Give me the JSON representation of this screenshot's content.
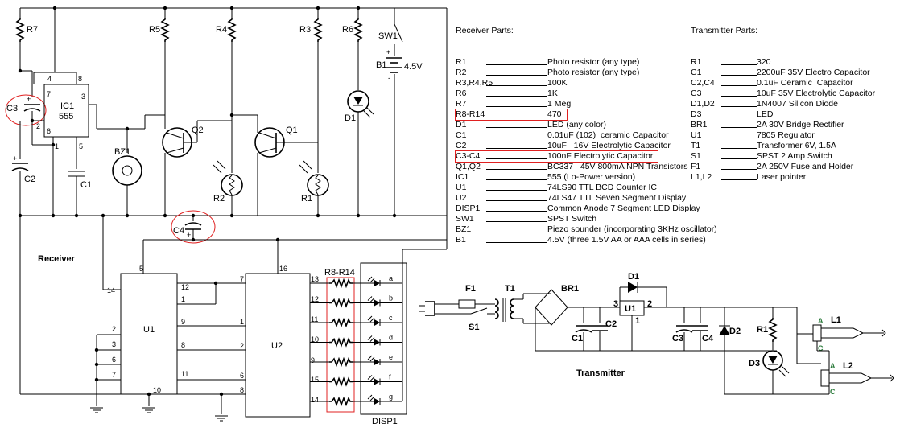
{
  "receiver_parts": {
    "title": "Receiver Parts:",
    "items": [
      {
        "ref": "R1",
        "desc": "Photo resistor (any type)"
      },
      {
        "ref": "R2",
        "desc": "Photo resistor (any type)"
      },
      {
        "ref": "R3,R4,R5",
        "desc": "100K"
      },
      {
        "ref": "R6",
        "desc": "1K"
      },
      {
        "ref": "R7",
        "desc": "1 Meg"
      },
      {
        "ref": "R8-R14",
        "desc": "470",
        "highlight": true
      },
      {
        "ref": "D1",
        "desc": "LED (any color)"
      },
      {
        "ref": "C1",
        "desc": "0.01uF (102)  ceramic Capacitor"
      },
      {
        "ref": "C2",
        "desc": "10uF   16V Electrolytic Capacitor"
      },
      {
        "ref": "C3-C4",
        "desc": "100nF Electrolytic Capacitor",
        "highlight": true
      },
      {
        "ref": "Q1,Q2",
        "desc": "BC337   45V 800mA NPN Transistors"
      },
      {
        "ref": "IC1",
        "desc": "555 (Lo-Power version)"
      },
      {
        "ref": "U1",
        "desc": "74LS90 TTL BCD Counter IC"
      },
      {
        "ref": "U2",
        "desc": "74LS47 TTL Seven Segment Display"
      },
      {
        "ref": "DISP1",
        "desc": "Common Anode 7 Segment LED Display"
      },
      {
        "ref": "SW1",
        "desc": "SPST Switch"
      },
      {
        "ref": "BZ1",
        "desc": "Piezo sounder (incorporating 3KHz oscillator)"
      },
      {
        "ref": "B1",
        "desc": "4.5V (three 1.5V AA or AAA cells in series)"
      }
    ]
  },
  "transmitter_parts": {
    "title": "Transmitter Parts:",
    "items": [
      {
        "ref": "R1",
        "desc": "320"
      },
      {
        "ref": "C1",
        "desc": "2200uF 35V Electro Capacitor"
      },
      {
        "ref": "C2,C4",
        "desc": "0.1uF Ceramic  Capacitor"
      },
      {
        "ref": "C3",
        "desc": "10uF 35V Electrolytic Capacitor"
      },
      {
        "ref": "D1,D2",
        "desc": "1N4007 Silicon Diode"
      },
      {
        "ref": "D3",
        "desc": "LED"
      },
      {
        "ref": "BR1",
        "desc": "2A 30V Bridge Rectifier"
      },
      {
        "ref": "U1",
        "desc": "7805 Regulator"
      },
      {
        "ref": "T1",
        "desc": "Transformer 6V, 1.5A"
      },
      {
        "ref": "S1",
        "desc": "SPST 2 Amp Switch"
      },
      {
        "ref": "F1",
        "desc": "2A 250V Fuse and Holder"
      },
      {
        "ref": "L1,L2",
        "desc": "Laser pointer"
      }
    ]
  },
  "receiver": {
    "section_label": "Receiver",
    "labels": {
      "r7": "R7",
      "r5": "R5",
      "r4": "R4",
      "r3": "R3",
      "r6": "R6",
      "sw1": "SW1",
      "b1": "B1",
      "b1_volt": "4.5V",
      "c3": "C3",
      "c2": "C2",
      "c1": "C1",
      "c4": "C4",
      "ic1": "IC1",
      "ic1_sub": "555",
      "bz1": "BZ1",
      "q1": "Q1",
      "q2": "Q2",
      "r1": "R1",
      "r2": "R2",
      "d1": "D1",
      "u1": "U1",
      "u2": "U2",
      "r8r14": "R8-R14",
      "disp1": "DISP1"
    },
    "ic1_pins": {
      "p4": "4",
      "p8": "8",
      "p7": "7",
      "p3": "3",
      "p6": "6",
      "p2": "2",
      "p1": "1",
      "p5": "5"
    },
    "u1_pins": {
      "left14": "14",
      "top5": "5",
      "r12": "12",
      "r1": "1",
      "r9": "9",
      "r8": "8",
      "r11": "11",
      "l2": "2",
      "l3": "3",
      "l6": "6",
      "l7": "7",
      "b10": "10"
    },
    "u2_pins": {
      "top16": "16",
      "l7": "7",
      "l1": "1",
      "l2": "2",
      "l6": "6",
      "l8": "8",
      "r13": "13",
      "r12": "12",
      "r11": "11",
      "r10": "10",
      "r9": "9",
      "r15": "15",
      "r14": "14"
    },
    "segments": [
      "a",
      "b",
      "c",
      "d",
      "e",
      "f",
      "g"
    ]
  },
  "transmitter": {
    "section_label": "Transmitter",
    "labels": {
      "f1": "F1",
      "t1": "T1",
      "s1": "S1",
      "br1": "BR1",
      "d1": "D1",
      "u1": "U1",
      "c1": "C1",
      "c2": "C2",
      "c3": "C3",
      "c4": "C4",
      "d2": "D2",
      "r1": "R1",
      "d3": "D3",
      "l1": "L1",
      "l2": "L2",
      "a1": "A",
      "c_1": "C",
      "a2": "A",
      "c_2": "C",
      "u1_in": "3",
      "u1_out": "2",
      "u1_gnd": "1"
    }
  }
}
